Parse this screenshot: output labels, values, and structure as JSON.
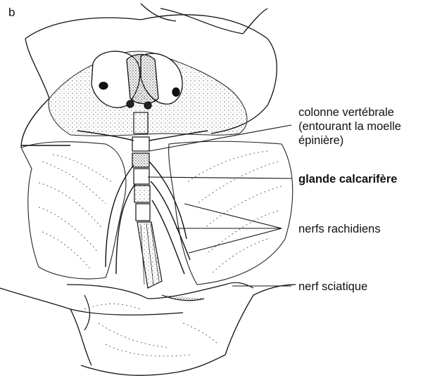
{
  "figure": {
    "panel_letter": "b",
    "labels": {
      "colonne": [
        "colonne vertébrale",
        "(entourant la moelle",
        "épinière)"
      ],
      "glande": "glande calcarifère",
      "nerfs": "nerfs rachidiens",
      "sciatique": "nerf sciatique"
    }
  }
}
